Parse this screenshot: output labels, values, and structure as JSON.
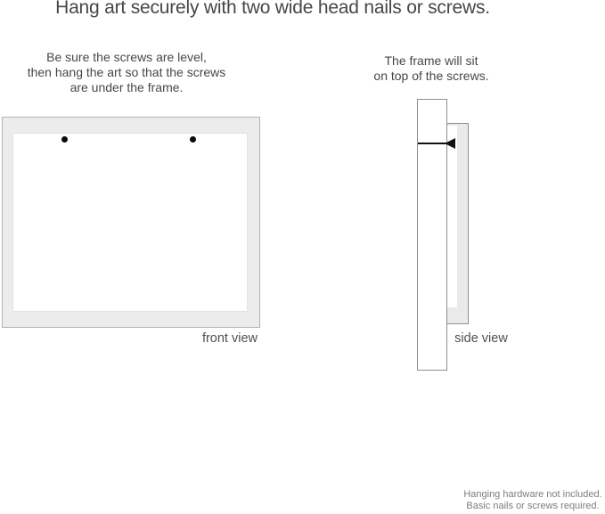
{
  "title": "Hang art securely with two wide head nails or screws.",
  "instructions": {
    "front": "Be sure the screws are level,\nthen hang the art so that the screws\nare under the frame.",
    "side": "The frame will sit\non top of the screws."
  },
  "diagrams": {
    "front_label": "front view",
    "side_label": "side view",
    "front_nail_count": 2
  },
  "footer": "Hanging hardware not included.\nBasic nails or screws required.",
  "colors": {
    "frame_fill": "#ececec",
    "frame_border": "#b3b3b3",
    "side_outline": "#8f8f8f",
    "nail": "#111111",
    "text": "#474747",
    "footer_text": "#7d7d7d",
    "background": "#ffffff"
  }
}
